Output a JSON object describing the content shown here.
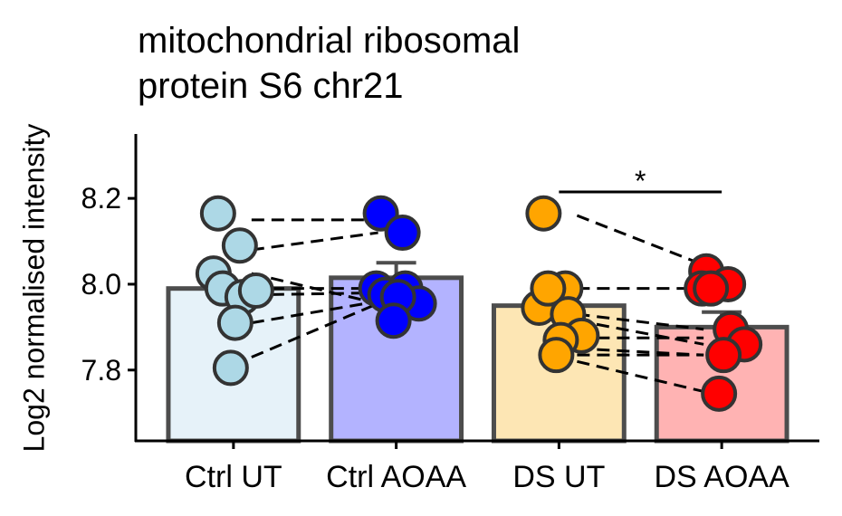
{
  "chart_data": {
    "type": "bar",
    "title_lines": [
      "mitochondrial ribosomal",
      "protein S6 chr21"
    ],
    "xlabel": "",
    "ylabel": "Log2 normalised intensity",
    "ylim": [
      7.635,
      8.35
    ],
    "yticks": [
      7.8,
      8.0,
      8.2
    ],
    "ytick_labels": [
      "7.8",
      "8.0",
      "8.2"
    ],
    "categories": [
      "Ctrl UT",
      "Ctrl AOAA",
      "DS UT",
      "DS AOAA"
    ],
    "bar_values": [
      7.99,
      8.015,
      7.95,
      7.9
    ],
    "bar_fill_colors": [
      "#e6f2f9",
      "#b3b3ff",
      "#fde6b4",
      "#ffb3b3"
    ],
    "point_colors": [
      "#add8e6",
      "#0000ff",
      "#ffa500",
      "#ff0000"
    ],
    "error_tops": [
      null,
      8.05,
      null,
      7.935
    ],
    "points": [
      [
        8.165,
        8.09,
        8.025,
        7.99,
        7.97,
        7.985,
        7.91,
        7.805
      ],
      [
        8.165,
        8.12,
        7.99,
        7.975,
        7.99,
        7.955,
        7.97,
        7.915
      ],
      [
        8.165,
        7.99,
        7.945,
        7.99,
        7.93,
        7.88,
        7.87,
        7.835
      ],
      [
        8.03,
        8.0,
        7.99,
        7.99,
        7.895,
        7.86,
        7.835,
        7.745
      ]
    ],
    "pairs": [
      {
        "from_group": 0,
        "from": 8.15,
        "to_group": 1,
        "to": 8.15
      },
      {
        "from_group": 0,
        "from": 8.08,
        "to_group": 1,
        "to": 8.12
      },
      {
        "from_group": 0,
        "from": 8.025,
        "to_group": 1,
        "to": 7.955
      },
      {
        "from_group": 0,
        "from": 7.99,
        "to_group": 1,
        "to": 7.99
      },
      {
        "from_group": 0,
        "from": 7.975,
        "to_group": 1,
        "to": 7.98
      },
      {
        "from_group": 0,
        "from": 7.91,
        "to_group": 1,
        "to": 7.96
      },
      {
        "from_group": 0,
        "from": 7.83,
        "to_group": 1,
        "to": 7.955
      },
      {
        "from_group": 2,
        "from": 8.16,
        "to_group": 3,
        "to": 8.045
      },
      {
        "from_group": 2,
        "from": 7.99,
        "to_group": 3,
        "to": 7.99
      },
      {
        "from_group": 2,
        "from": 7.93,
        "to_group": 3,
        "to": 7.895
      },
      {
        "from_group": 2,
        "from": 7.915,
        "to_group": 3,
        "to": 7.86
      },
      {
        "from_group": 2,
        "from": 7.875,
        "to_group": 3,
        "to": 7.875
      },
      {
        "from_group": 2,
        "from": 7.85,
        "to_group": 3,
        "to": 7.835
      },
      {
        "from_group": 2,
        "from": 7.835,
        "to_group": 3,
        "to": 7.835
      },
      {
        "from_group": 2,
        "from": 7.82,
        "to_group": 3,
        "to": 7.75
      }
    ],
    "significance": {
      "from_group": 2,
      "to_group": 3,
      "y": 8.215,
      "label": "*"
    },
    "grid": false,
    "legend": "none"
  }
}
